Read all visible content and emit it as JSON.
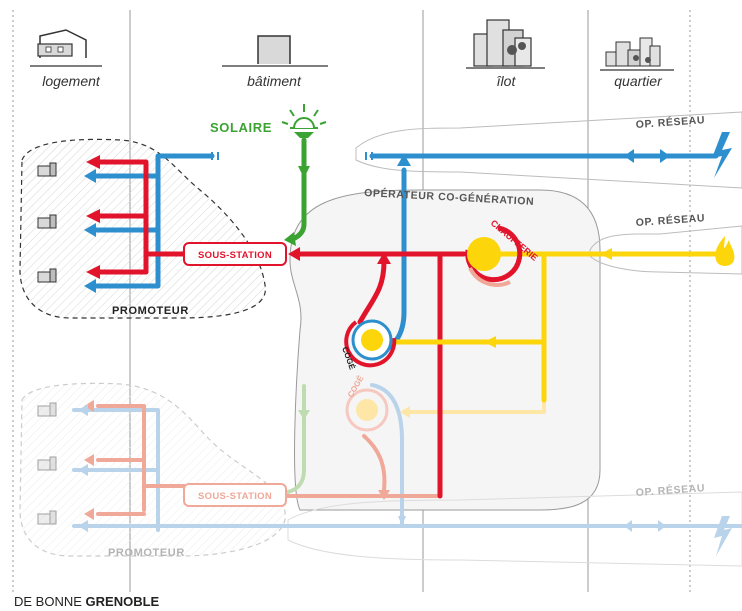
{
  "scales": [
    "logement",
    "bâtiment",
    "îlot",
    "quartier"
  ],
  "labels": {
    "solaire": "SOLAIRE",
    "operateur_cogeneration": "OPÉRATEUR CO-GÉNÉRATION",
    "op_reseau": "OP. RÉSEAU",
    "sous_station": "SOUS-STATION",
    "promoteur": "PROMOTEUR",
    "chaufferie": "CHAUFFERIE",
    "coge": "COGÉ"
  },
  "footer": {
    "prefix": "DE BONNE",
    "city": "GRENOBLE"
  },
  "colors": {
    "heat": "#e2142c",
    "electricity": "#2e8fcf",
    "gas": "#fcd50a",
    "solar": "#3aa332",
    "inactive_heat": "#f0a898",
    "inactive_electricity": "#b9d3ea",
    "inactive_gas": "#fde6a6",
    "inactive_solar": "#bfdcb0",
    "label_grey": "#b4b4b4",
    "text_dark": "#222222"
  },
  "icons": [
    "house-icon",
    "building-icon",
    "city-block-icon",
    "district-icon",
    "sun-icon",
    "lightning-icon",
    "flame-icon",
    "apartment-unit-icon"
  ]
}
